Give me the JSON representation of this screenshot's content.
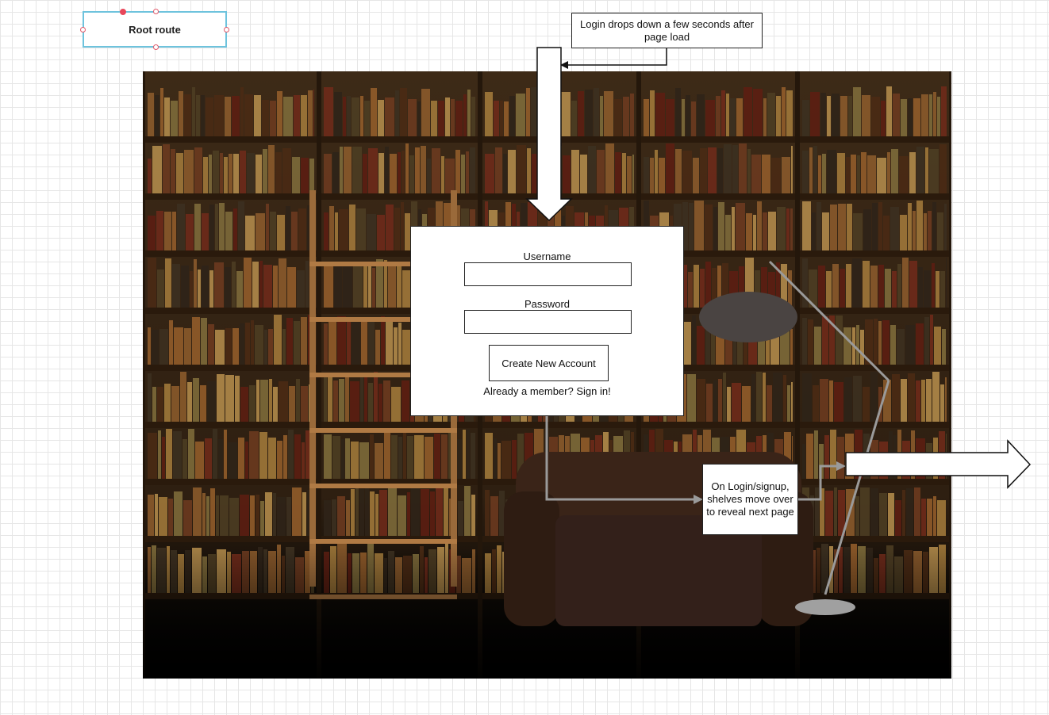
{
  "nodes": {
    "root_route": "Root route",
    "login_drop_note": "Login drops down a few seconds after page load",
    "shelves_note": "On Login/signup, shelves move over to reveal next page"
  },
  "login_form": {
    "username_label": "Username",
    "password_label": "Password",
    "create_account_label": "Create New Account",
    "signin_text": "Already a member? Sign in!"
  },
  "colors": {
    "selection_border": "#6ec3dd",
    "handle_accent": "#e8475a",
    "connector_gray": "#9a9a9a",
    "shelf_wood": "#3d2a17"
  }
}
